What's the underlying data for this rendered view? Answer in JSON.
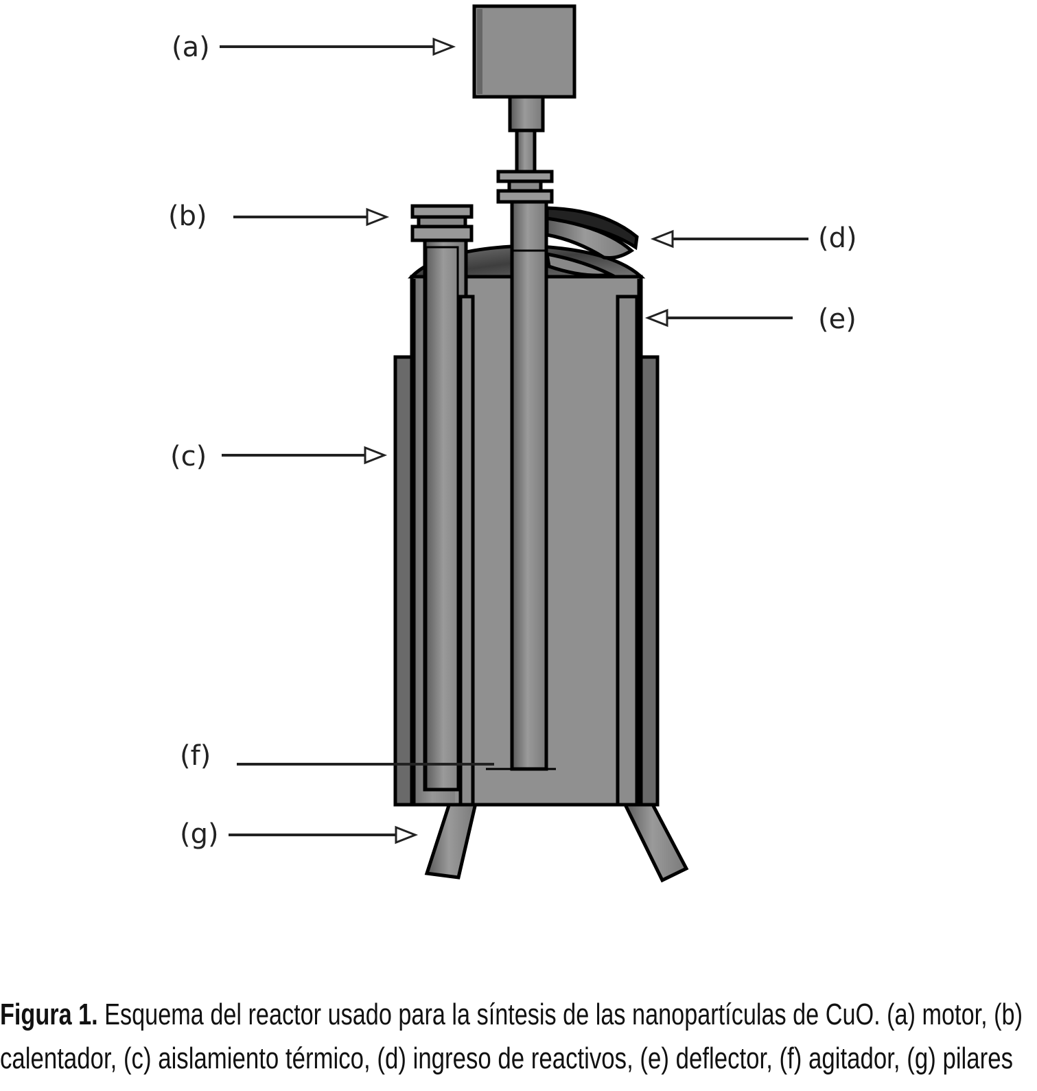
{
  "labels": {
    "a": "(a)",
    "b": "(b)",
    "c": "(c)",
    "d": "(d)",
    "e": "(e)",
    "f": "(f)",
    "g": "(g)"
  },
  "caption": {
    "figure_label": "Figura 1.",
    "line1_text": " Esquema del reactor usado para la síntesis de las nanopartículas de CuO. (a) motor, (b)",
    "line2_text": "calentador, (c) aislamiento térmico, (d) ingreso de reactivos, (e) deflector, (f) agitador, (g) pilares"
  },
  "colors": {
    "metal": "#8f8f8f",
    "metal_dark": "#5e5e5e",
    "outline": "#000000"
  }
}
